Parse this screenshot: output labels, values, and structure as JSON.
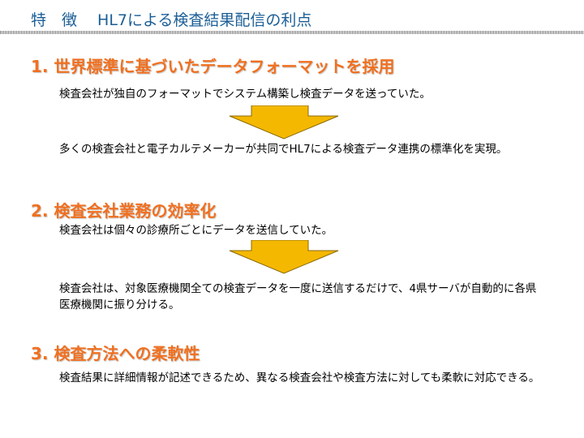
{
  "title": "特　徴　 HL7による検査結果配信の利点",
  "sections": [
    {
      "heading": "1. 世界標準に基づいたデータフォーマットを採用",
      "before": "検査会社が独自のフォーマットでシステム構築し検査データを送っていた。",
      "after": "多くの検査会社と電子カルテメーカーが共同でHL7による検査データ連携の標準化を実現。"
    },
    {
      "heading": "2. 検査会社業務の効率化",
      "before": "検査会社は個々の診療所ごとにデータを送信していた。",
      "after": "検査会社は、対象医療機関全ての検査データを一度に送信するだけで、4県サーバが自動的に各県医療機関に振り分ける。"
    },
    {
      "heading": "3. 検査方法への柔軟性",
      "body": "検査結果に詳細情報が記述できるため、異なる検査会社や検査方法に対しても柔軟に対応できる。"
    }
  ],
  "colors": {
    "title": "#1b5e96",
    "heading": "#f07020",
    "arrow": "#f5b800"
  }
}
